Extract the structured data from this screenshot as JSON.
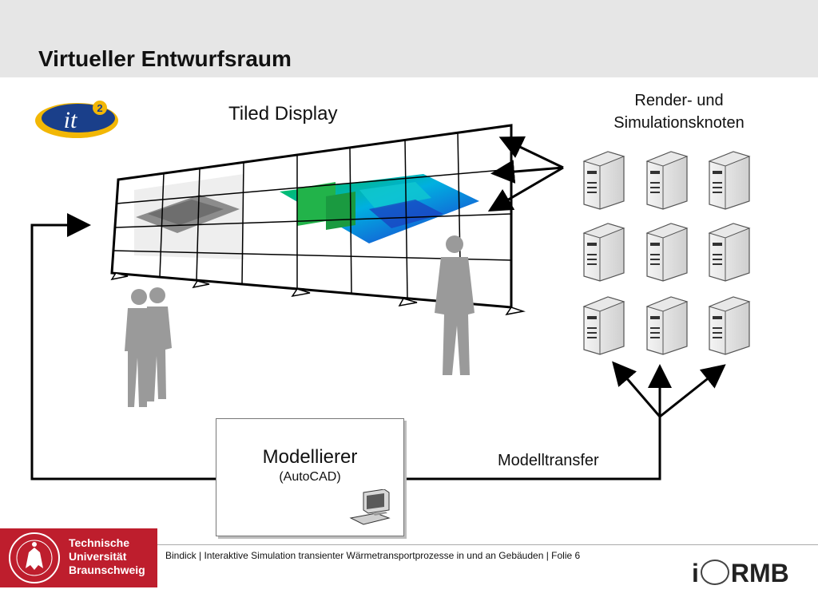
{
  "slide": {
    "title": "Virtueller Entwurfsraum"
  },
  "labels": {
    "tiled_display": "Tiled Display",
    "render_nodes": "Render- und Simulationsknoten",
    "modeller_title": "Modellierer",
    "modeller_sub": "(AutoCAD)",
    "model_transfer": "Modelltransfer"
  },
  "logos": {
    "it2": "it²",
    "tubs": "Technische Universität Braunschweig",
    "irmb": "iRMB"
  },
  "footer": {
    "text": "Bindick | Interaktive Simulation transienter Wärmetransportprozesse in und an Gebäuden | Folie 6"
  },
  "colors": {
    "header": "#e6e6e6",
    "tubs_red": "#be1e2d",
    "it2_blue": "#1a3f8a",
    "it2_gold": "#f2b705"
  },
  "nodes": {
    "count": 9
  }
}
